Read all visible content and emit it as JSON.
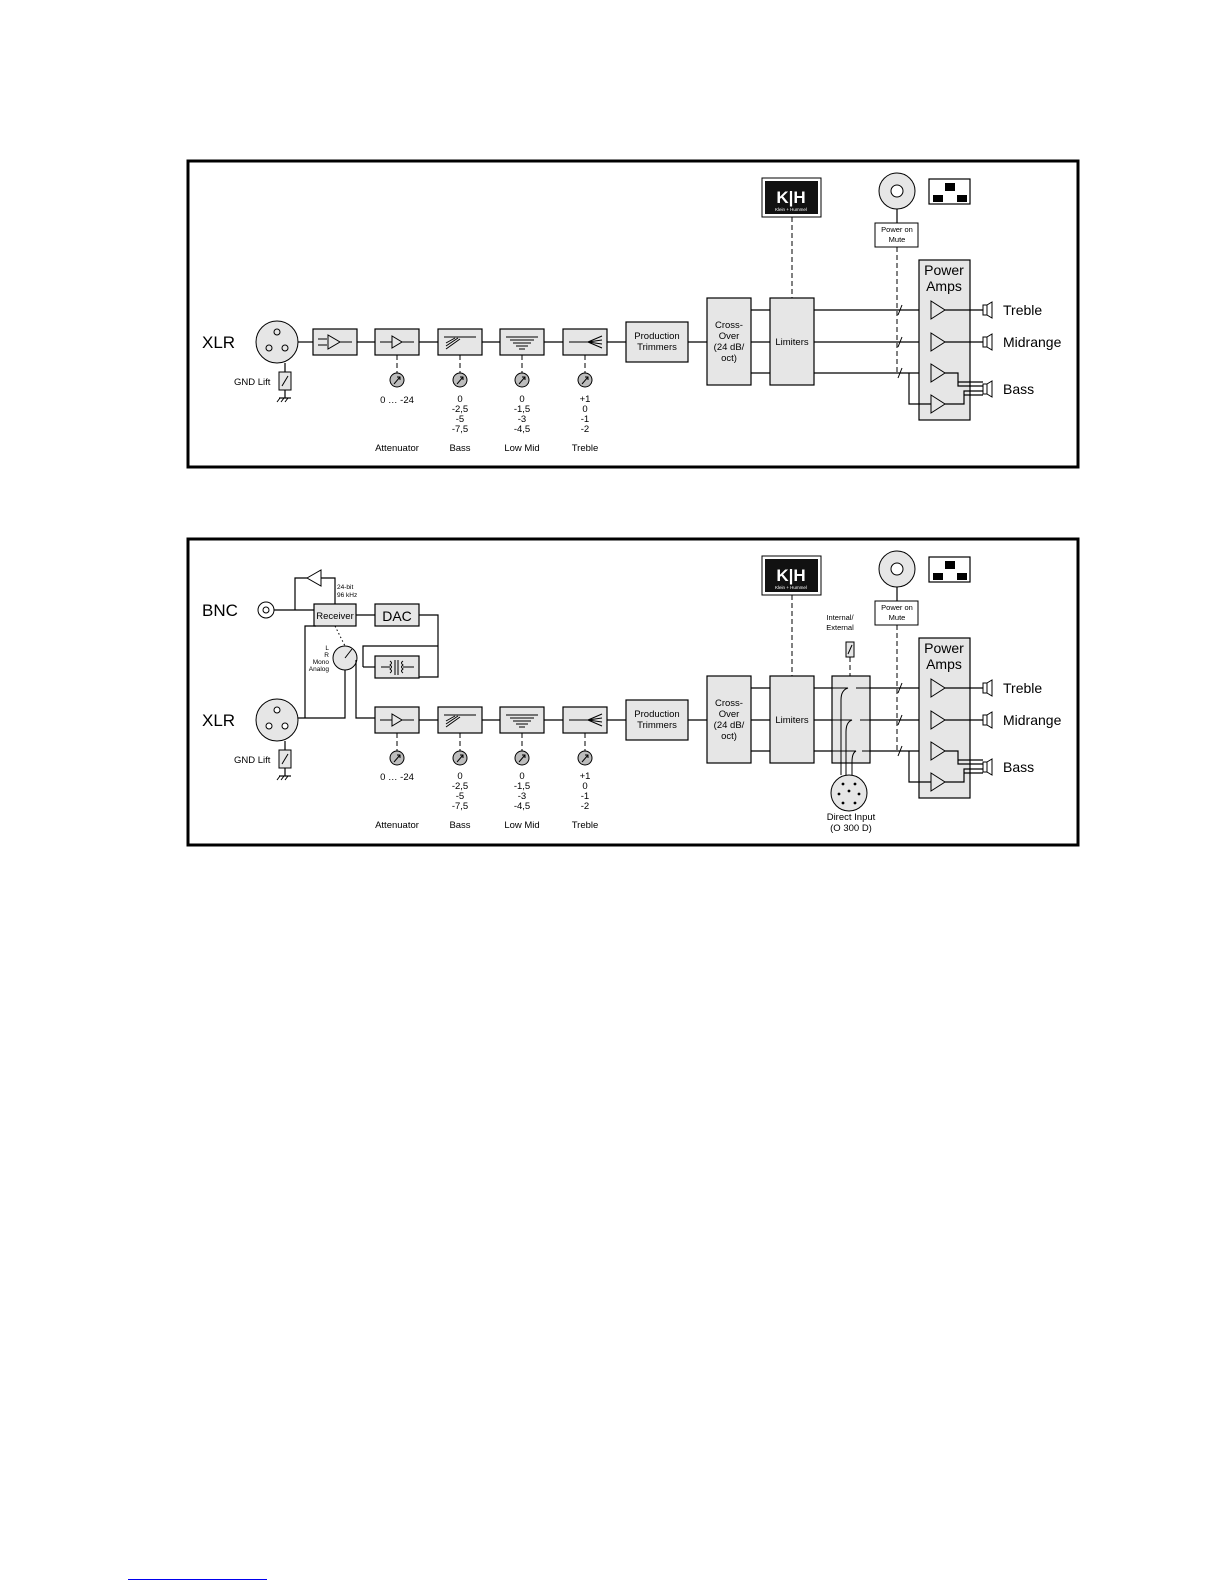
{
  "diagrams": [
    {
      "input_label": "XLR",
      "gnd_lift": "GND Lift",
      "blocks": {
        "production": [
          "Production",
          "Trimmers"
        ],
        "crossover": [
          "Cross-",
          "Over",
          "(24 dB/",
          "oct)"
        ],
        "limiters": "Limiters",
        "power_amps": [
          "Power",
          "Amps"
        ],
        "power_on": [
          "Power on",
          "Mute"
        ]
      },
      "logo": {
        "letters": "K|H",
        "subtitle": "Klein + Hummel"
      },
      "knobs": [
        {
          "name": "Attenuator",
          "values": [
            "0 … -24"
          ]
        },
        {
          "name": "Bass",
          "values": [
            "0",
            "-2,5",
            "-5",
            "-7,5"
          ]
        },
        {
          "name": "Low Mid",
          "values": [
            "0",
            "-1,5",
            "-3",
            "-4,5"
          ]
        },
        {
          "name": "Treble",
          "values": [
            "+1",
            "0",
            "-1",
            "-2"
          ]
        }
      ],
      "outputs": [
        "Treble",
        "Midrange",
        "Bass"
      ]
    },
    {
      "input_label": "XLR",
      "bnc_label": "BNC",
      "gnd_lift": "GND Lift",
      "receiver": "Receiver",
      "dac": "DAC",
      "digital_format": [
        "24-bit",
        "96 kHz"
      ],
      "selector": [
        "L",
        "R",
        "Mono",
        "Analog"
      ],
      "internal_external": [
        "Internal/",
        "External"
      ],
      "direct_input": [
        "Direct Input",
        "(O 300 D)"
      ],
      "blocks": {
        "production": [
          "Production",
          "Trimmers"
        ],
        "crossover": [
          "Cross-",
          "Over",
          "(24 dB/",
          "oct)"
        ],
        "limiters": "Limiters",
        "power_amps": [
          "Power",
          "Amps"
        ],
        "power_on": [
          "Power on",
          "Mute"
        ]
      },
      "logo": {
        "letters": "K|H",
        "subtitle": "Klein + Hummel"
      },
      "knobs": [
        {
          "name": "Attenuator",
          "values": [
            "0 … -24"
          ]
        },
        {
          "name": "Bass",
          "values": [
            "0",
            "-2,5",
            "-5",
            "-7,5"
          ]
        },
        {
          "name": "Low Mid",
          "values": [
            "0",
            "-1,5",
            "-3",
            "-4,5"
          ]
        },
        {
          "name": "Treble",
          "values": [
            "+1",
            "0",
            "-1",
            "-2"
          ]
        }
      ],
      "outputs": [
        "Treble",
        "Midrange",
        "Bass"
      ]
    }
  ]
}
